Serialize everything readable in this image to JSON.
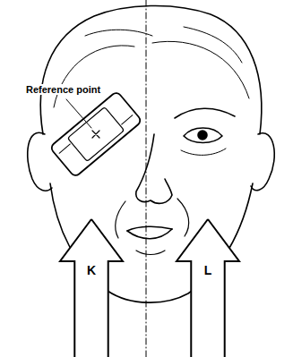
{
  "diagram": {
    "nodes": [
      {
        "text": [
          "K"
        ]
      },
      {
        "text": [
          "L"
        ]
      }
    ],
    "labels": [
      "Reference point"
    ]
  }
}
